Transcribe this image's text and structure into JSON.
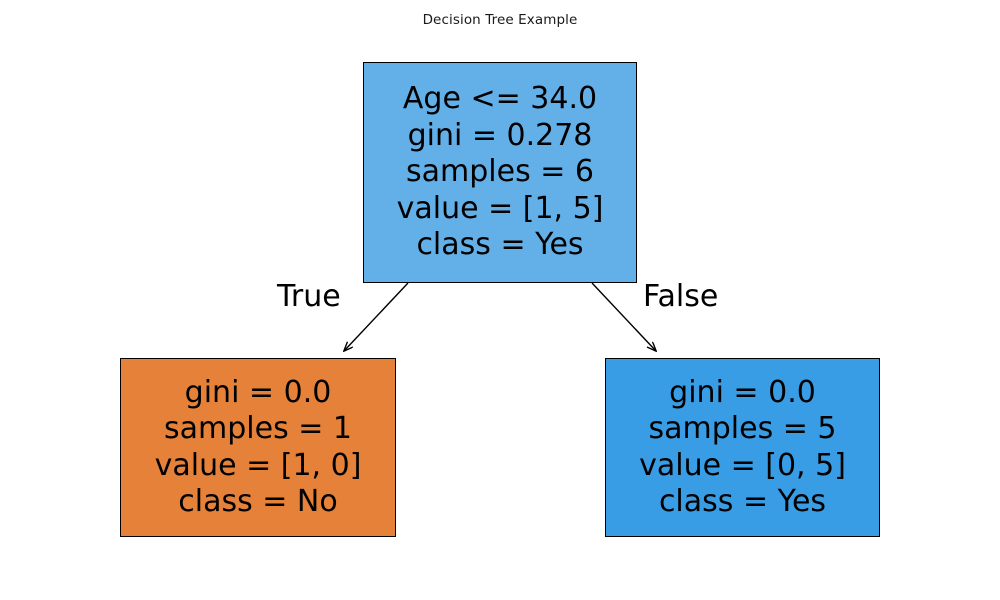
{
  "figure": {
    "title": "Decision Tree Example",
    "background_color": "#ffffff"
  },
  "chart_data": {
    "type": "diagram",
    "diagram_type": "decision-tree",
    "title": "Decision Tree Example",
    "nodes": [
      {
        "id": "root",
        "role": "root",
        "fill_color": "#63b0e8",
        "border_color": "#000000",
        "lines": [
          "Age <= 34.0",
          "gini = 0.278",
          "samples = 6",
          "value = [1, 5]",
          "class = Yes"
        ],
        "feature": "Age",
        "threshold": 34.0,
        "gini": 0.278,
        "samples": 6,
        "value": [
          1,
          5
        ],
        "predicted_class": "Yes"
      },
      {
        "id": "left",
        "role": "leaf",
        "fill_color": "#e58139",
        "border_color": "#000000",
        "lines": [
          "gini = 0.0",
          "samples = 1",
          "value = [1, 0]",
          "class = No"
        ],
        "gini": 0.0,
        "samples": 1,
        "value": [
          1,
          0
        ],
        "predicted_class": "No"
      },
      {
        "id": "right",
        "role": "leaf",
        "fill_color": "#399de5",
        "border_color": "#000000",
        "lines": [
          "gini = 0.0",
          "samples = 5",
          "value = [0, 5]",
          "class = Yes"
        ],
        "gini": 0.0,
        "samples": 5,
        "value": [
          0,
          5
        ],
        "predicted_class": "Yes"
      }
    ],
    "edges": [
      {
        "from": "root",
        "to": "left",
        "label": "True"
      },
      {
        "from": "root",
        "to": "right",
        "label": "False"
      }
    ],
    "classes": [
      "No",
      "Yes"
    ]
  },
  "nodes": {
    "root": {
      "line0": "Age <= 34.0",
      "line1": "gini = 0.278",
      "line2": "samples = 6",
      "line3": "value = [1, 5]",
      "line4": "class = Yes"
    },
    "left": {
      "line0": "gini = 0.0",
      "line1": "samples = 1",
      "line2": "value = [1, 0]",
      "line3": "class = No"
    },
    "right": {
      "line0": "gini = 0.0",
      "line1": "samples = 5",
      "line2": "value = [0, 5]",
      "line3": "class = Yes"
    }
  },
  "edges": {
    "true_label": "True",
    "false_label": "False"
  }
}
